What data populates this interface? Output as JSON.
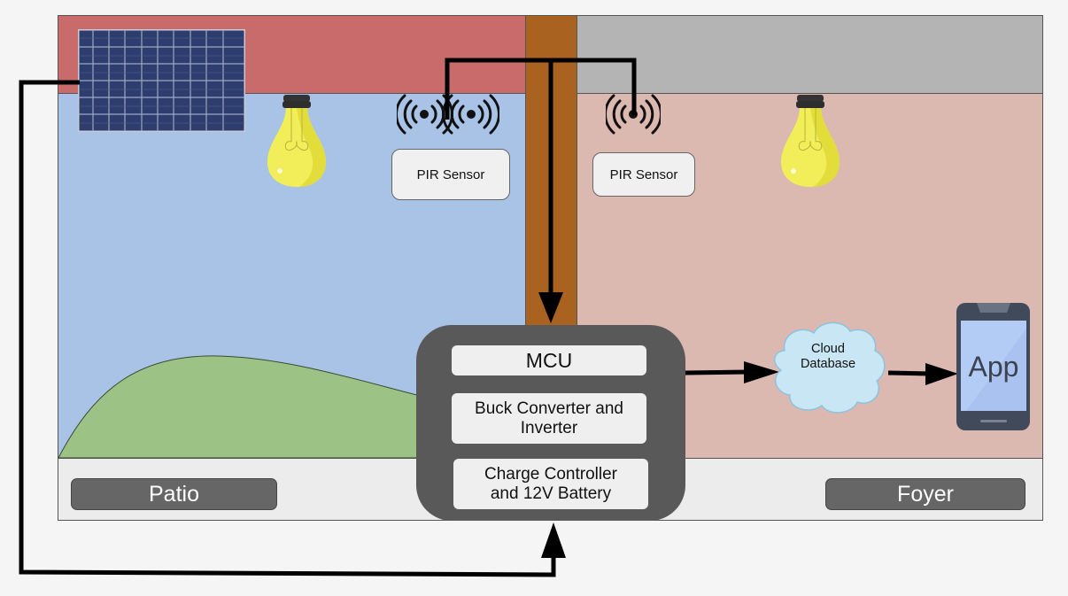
{
  "diagram": {
    "title": "Solar-powered smart lighting system",
    "rooms": [
      {
        "name": "Patio",
        "roof_color": "#c86b6a",
        "wall_color": "#a9c3e6"
      },
      {
        "name": "Foyer",
        "roof_color": "#b4b4b4",
        "wall_color": "#dbb8b0"
      }
    ],
    "sensors": {
      "left_label": "PIR Sensor",
      "right_label": "PIR Sensor"
    },
    "controller": {
      "mcu_label": "MCU",
      "buck_label": "Buck Converter and Inverter",
      "charge_label": "Charge Controller and 12V Battery"
    },
    "cloud": {
      "line1": "Cloud",
      "line2": "Database"
    },
    "phone": {
      "app_label": "App"
    },
    "icons": [
      "solar-panel-icon",
      "light-bulb-icon",
      "motion-sensor-icon",
      "cloud-icon",
      "smartphone-icon"
    ],
    "connections": [
      {
        "from": "Solar Panel",
        "to": "Charge Controller and 12V Battery"
      },
      {
        "from": "PIR Sensor (Patio)",
        "to": "MCU"
      },
      {
        "from": "PIR Sensor (Foyer)",
        "to": "MCU"
      },
      {
        "from": "MCU",
        "to": "Cloud Database"
      },
      {
        "from": "Cloud Database",
        "to": "App"
      }
    ],
    "colors": {
      "pillar": "#a9621f",
      "controller": "#595959",
      "hill": "#9dc285",
      "solar_panel": "#2d3d6e",
      "bulb": "#f1ee5a",
      "cloud": "#c8e6f4",
      "phone": "#414a5a",
      "phone_screen": "#b3ccf5"
    }
  }
}
